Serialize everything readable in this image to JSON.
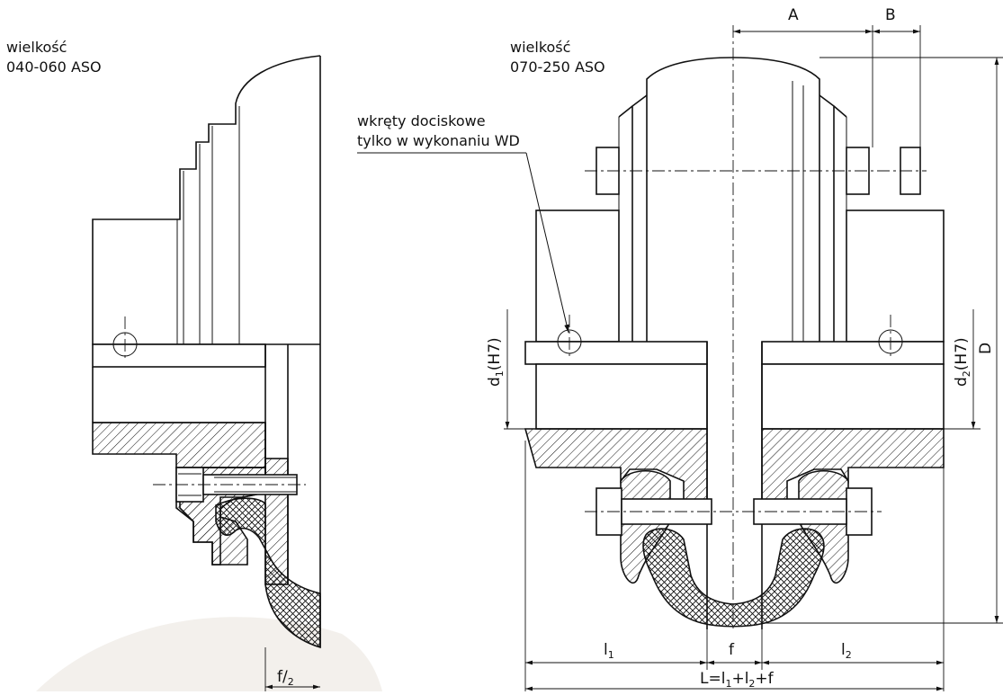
{
  "left_view": {
    "caption_line1": "wielkość",
    "caption_line2": "040-060 ASO",
    "dim_half_gap_label": "f/",
    "dim_half_gap_sub": "2"
  },
  "right_view": {
    "caption_line1": "wielkość",
    "caption_line2": "070-250 ASO"
  },
  "callout": {
    "line1": "wkręty dociskowe",
    "line2": "tylko w wykonaniu WD"
  },
  "dimensions": {
    "A": "A",
    "B": "B",
    "D": "D",
    "d1_main": "d",
    "d1_sub": "1",
    "d1_tail": "(H7)",
    "d2_main": "d",
    "d2_sub": "2",
    "d2_tail": "(H7)",
    "l1_main": "l",
    "l1_sub": "1",
    "f": "f",
    "l2_main": "l",
    "l2_sub": "2",
    "L_text_1": "L=l",
    "L_sub_1": "1",
    "L_text_2": "+l",
    "L_sub_2": "2",
    "L_text_3": "+f"
  },
  "colors": {
    "line": "#111111",
    "background": "#ffffff",
    "watermark": "#f3f0ec"
  }
}
